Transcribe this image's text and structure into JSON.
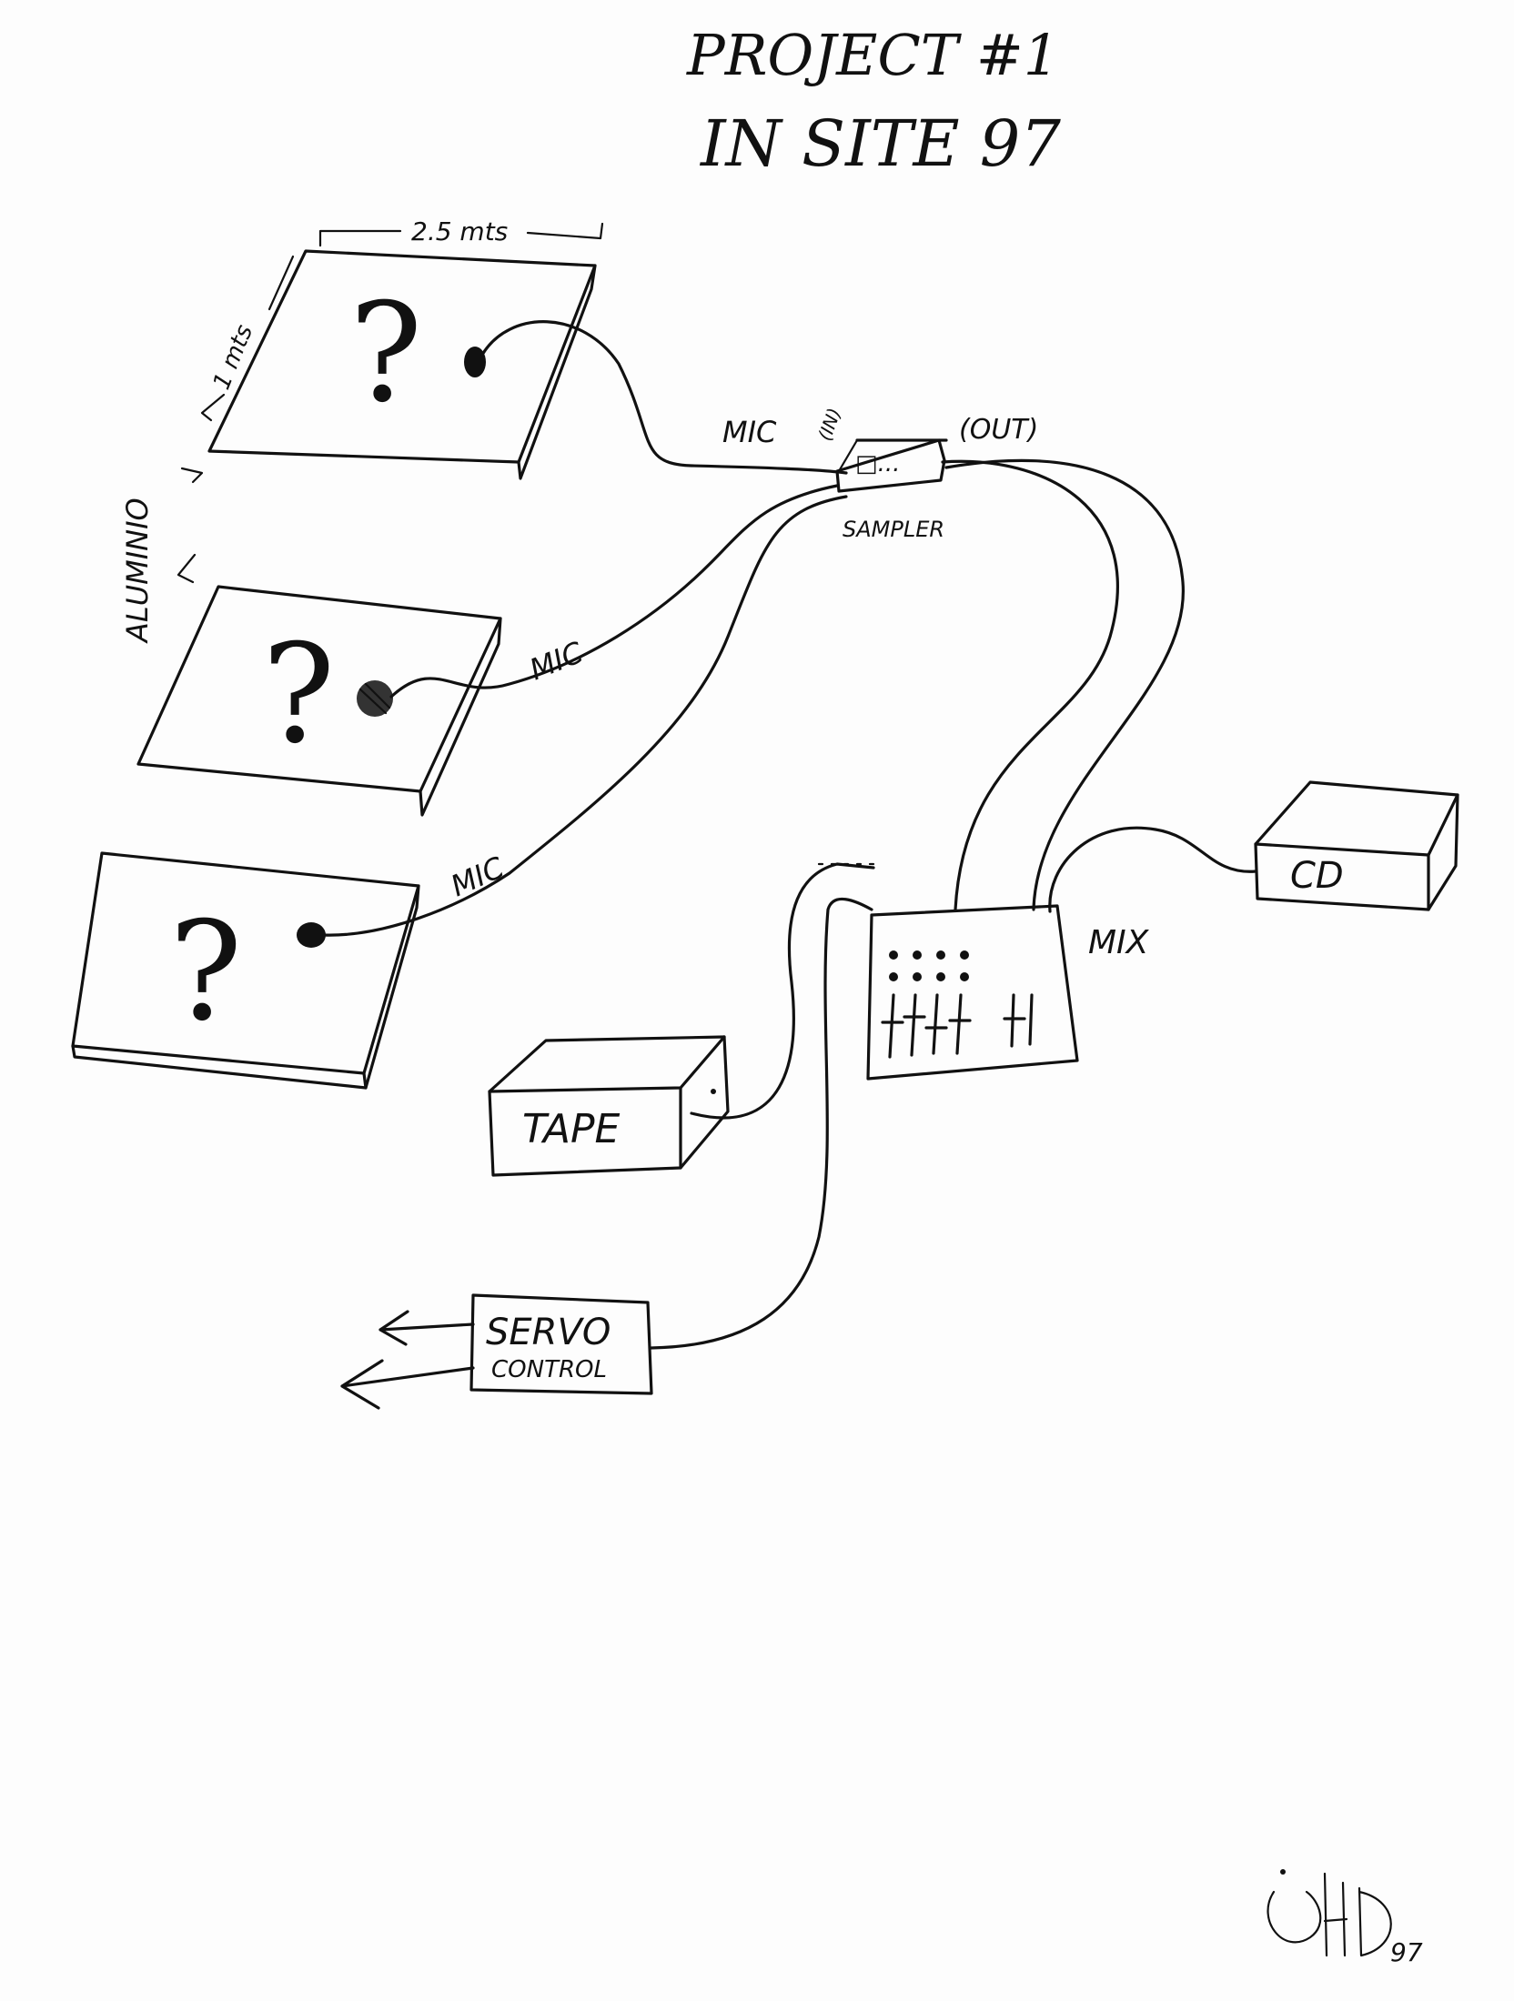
{
  "title": {
    "line1": "PROJECT #1",
    "line2": "IN SITE 97"
  },
  "dimensions": {
    "width": "2.5 mts",
    "depth": "1 mts"
  },
  "material_label": "ALUMINIO",
  "panels": [
    {
      "mark": "?",
      "mic_label": ""
    },
    {
      "mark": "?",
      "mic_label": "MIC"
    },
    {
      "mark": "?",
      "mic_label": "MIC"
    }
  ],
  "sampler": {
    "label": "SAMPLER",
    "in_label": "MIC",
    "in_port": "(IN)",
    "out_port": "(OUT)",
    "display": "□..."
  },
  "mixer": {
    "label": "MIX"
  },
  "cd": {
    "label": "CD"
  },
  "tape": {
    "label": "TAPE"
  },
  "servo": {
    "line1": "SERVO",
    "line2": "CONTROL"
  },
  "signature": {
    "initials": "HD",
    "year": "97"
  }
}
